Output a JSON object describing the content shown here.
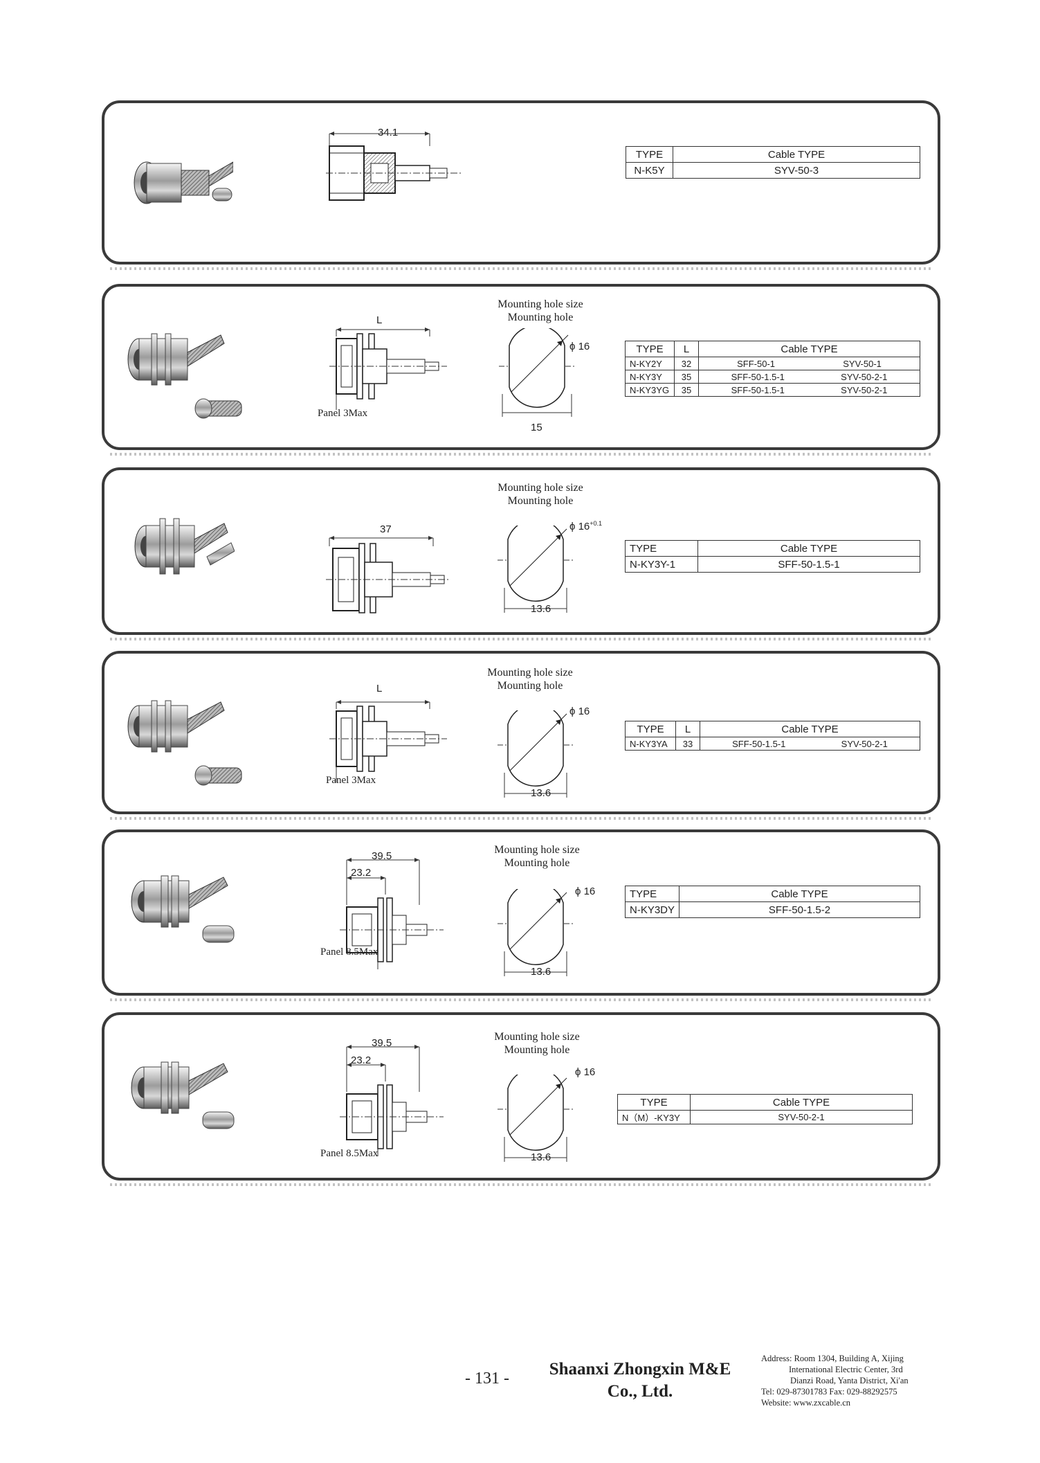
{
  "panels": [
    {
      "dim_top": "34.1",
      "table": {
        "type_header": "TYPE",
        "cable_header": "Cable TYPE",
        "rows": [
          {
            "type": "N-K5Y",
            "cable": "SYV-50-3"
          }
        ]
      }
    },
    {
      "dim_top": "L",
      "panel_label": "Panel 3Max",
      "hole_title": "Mounting hole size",
      "hole_sub": "Mounting hole",
      "hole_dia": "ϕ 16",
      "hole_width": "15",
      "table": {
        "type_header": "TYPE",
        "l_header": "L",
        "cable_header": "Cable TYPE",
        "rows": [
          {
            "type": "N-KY2Y",
            "l": "32",
            "cable_a": "SFF-50-1",
            "cable_b": "SYV-50-1"
          },
          {
            "type": "N-KY3Y",
            "l": "35",
            "cable_a": "SFF-50-1.5-1",
            "cable_b": "SYV-50-2-1"
          },
          {
            "type": "N-KY3YG",
            "l": "35",
            "cable_a": "SFF-50-1.5-1",
            "cable_b": "SYV-50-2-1"
          }
        ]
      }
    },
    {
      "dim_top": "37",
      "hole_title": "Mounting hole size",
      "hole_sub": "Mounting hole",
      "hole_dia": "ϕ 16",
      "hole_tol": "+0.1",
      "hole_width": "13.6",
      "table": {
        "type_header": "TYPE",
        "cable_header": "Cable TYPE",
        "rows": [
          {
            "type": "N-KY3Y-1",
            "cable": "SFF-50-1.5-1"
          }
        ]
      }
    },
    {
      "dim_top": "L",
      "panel_label": "Panel 3Max",
      "hole_title": "Mounting hole size",
      "hole_sub": "Mounting hole",
      "hole_dia": "ϕ 16",
      "hole_width": "13.6",
      "table": {
        "type_header": "TYPE",
        "l_header": "L",
        "cable_header": "Cable TYPE",
        "rows": [
          {
            "type": "N-KY3YA",
            "l": "33",
            "cable_a": "SFF-50-1.5-1",
            "cable_b": "SYV-50-2-1"
          }
        ]
      }
    },
    {
      "dim_top": "39.5",
      "dim_top2": "23.2",
      "panel_label": "Panel 8.5Max",
      "hole_title": "Mounting hole size",
      "hole_sub": "Mounting hole",
      "hole_dia": "ϕ 16",
      "hole_width": "13.6",
      "table": {
        "type_header": "TYPE",
        "cable_header": "Cable TYPE",
        "rows": [
          {
            "type": "N-KY3DY",
            "cable": "SFF-50-1.5-2"
          }
        ]
      }
    },
    {
      "dim_top": "39.5",
      "dim_top2": "23.2",
      "panel_label": "Panel 8.5Max",
      "hole_title": "Mounting hole size",
      "hole_sub": "Mounting hole",
      "hole_dia": "ϕ 16",
      "hole_width": "13.6",
      "table": {
        "type_header": "TYPE",
        "cable_header": "Cable TYPE",
        "rows": [
          {
            "type": "N（M）-KY3Y",
            "cable": "SYV-50-2-1"
          }
        ]
      }
    }
  ],
  "footer": {
    "page_number": "- 131 -",
    "company_line1": "Shaanxi Zhongxin M&E",
    "company_line2": "Co., Ltd.",
    "address_lines": [
      "Address: Room 1304, Building A, Xijing",
      "International Electric Center, 3rd",
      "Dianzi Road, Yanta District, Xi'an",
      "Tel: 029-87301783    Fax: 029-88292575",
      "Website: www.zxcable.cn"
    ]
  }
}
